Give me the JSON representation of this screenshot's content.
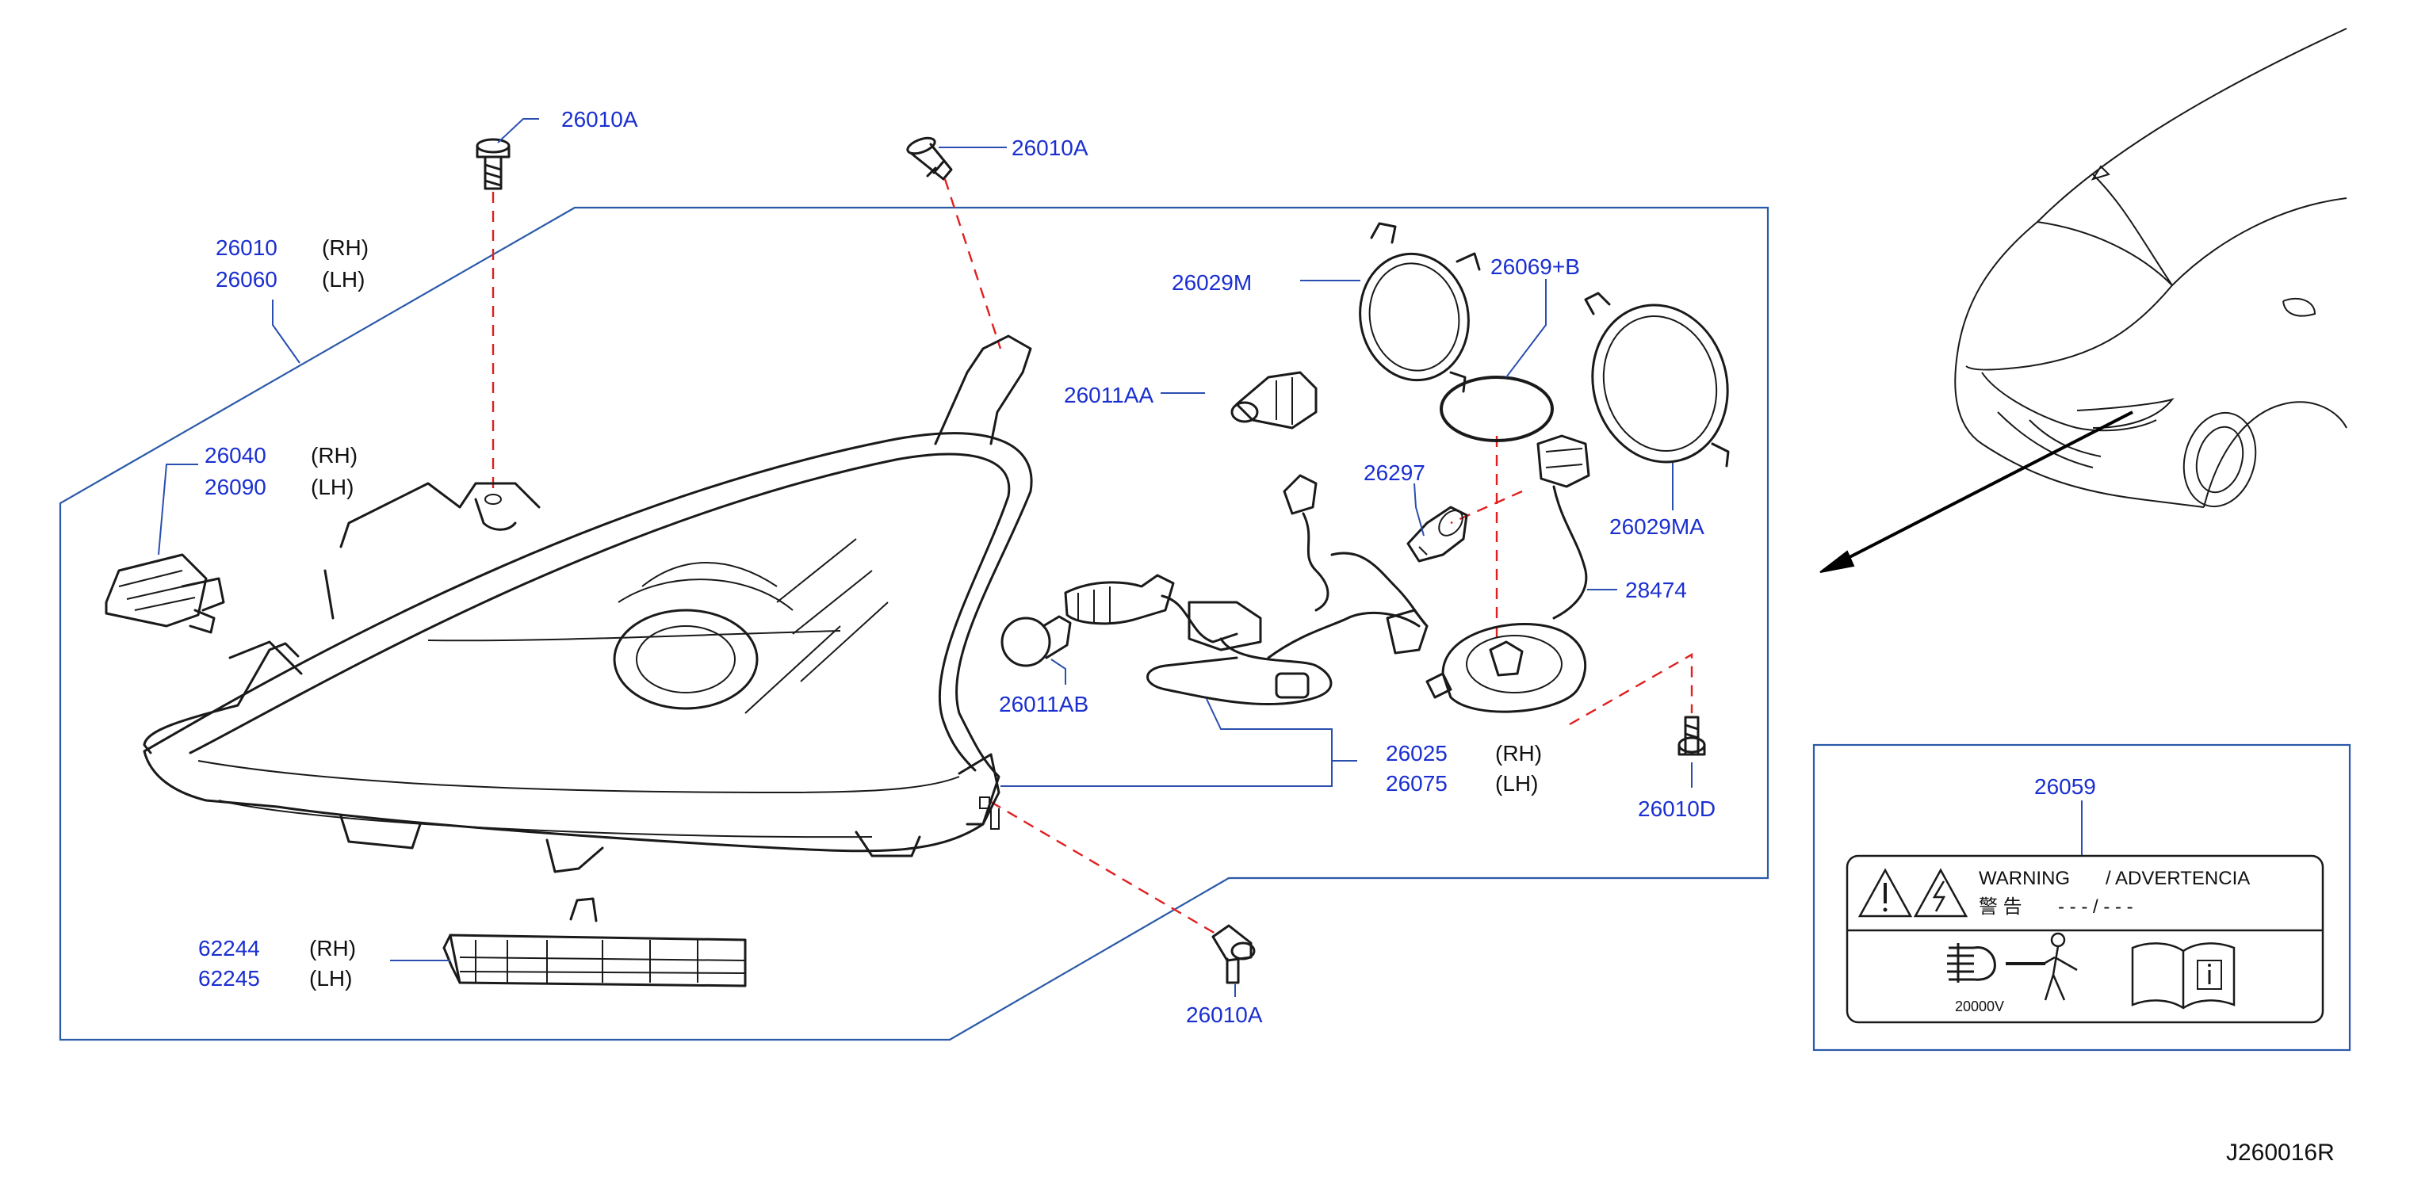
{
  "diagram_code": "J260016R",
  "callouts": {
    "c_26010a_top_left": "26010A",
    "c_26010a_top_mid": "26010A",
    "c_26010a_bottom": "26010A",
    "c_26010": "26010",
    "c_26060": "26060",
    "c_26040": "26040",
    "c_26090": "26090",
    "c_26029m": "26029M",
    "c_26069b": "26069+B",
    "c_26011aa": "26011AA",
    "c_26297": "26297",
    "c_26029ma": "26029MA",
    "c_28474": "28474",
    "c_26011ab": "26011AB",
    "c_26025": "26025",
    "c_26075": "26075",
    "c_26010d": "26010D",
    "c_62244": "62244",
    "c_62245": "62245",
    "c_26059": "26059"
  },
  "sides": {
    "rh": "(RH)",
    "lh": "(LH)"
  },
  "warning_label": {
    "warning": "WARNING",
    "slash": "/",
    "advertencia": "ADVERTENCIA",
    "jp": "警  告",
    "dashes": "- - - / - - -",
    "voltage": "20000V"
  },
  "colors": {
    "part_number": "#1a2fd0",
    "frame": "#2a5aa8",
    "dashed_guide": "#e02020"
  }
}
